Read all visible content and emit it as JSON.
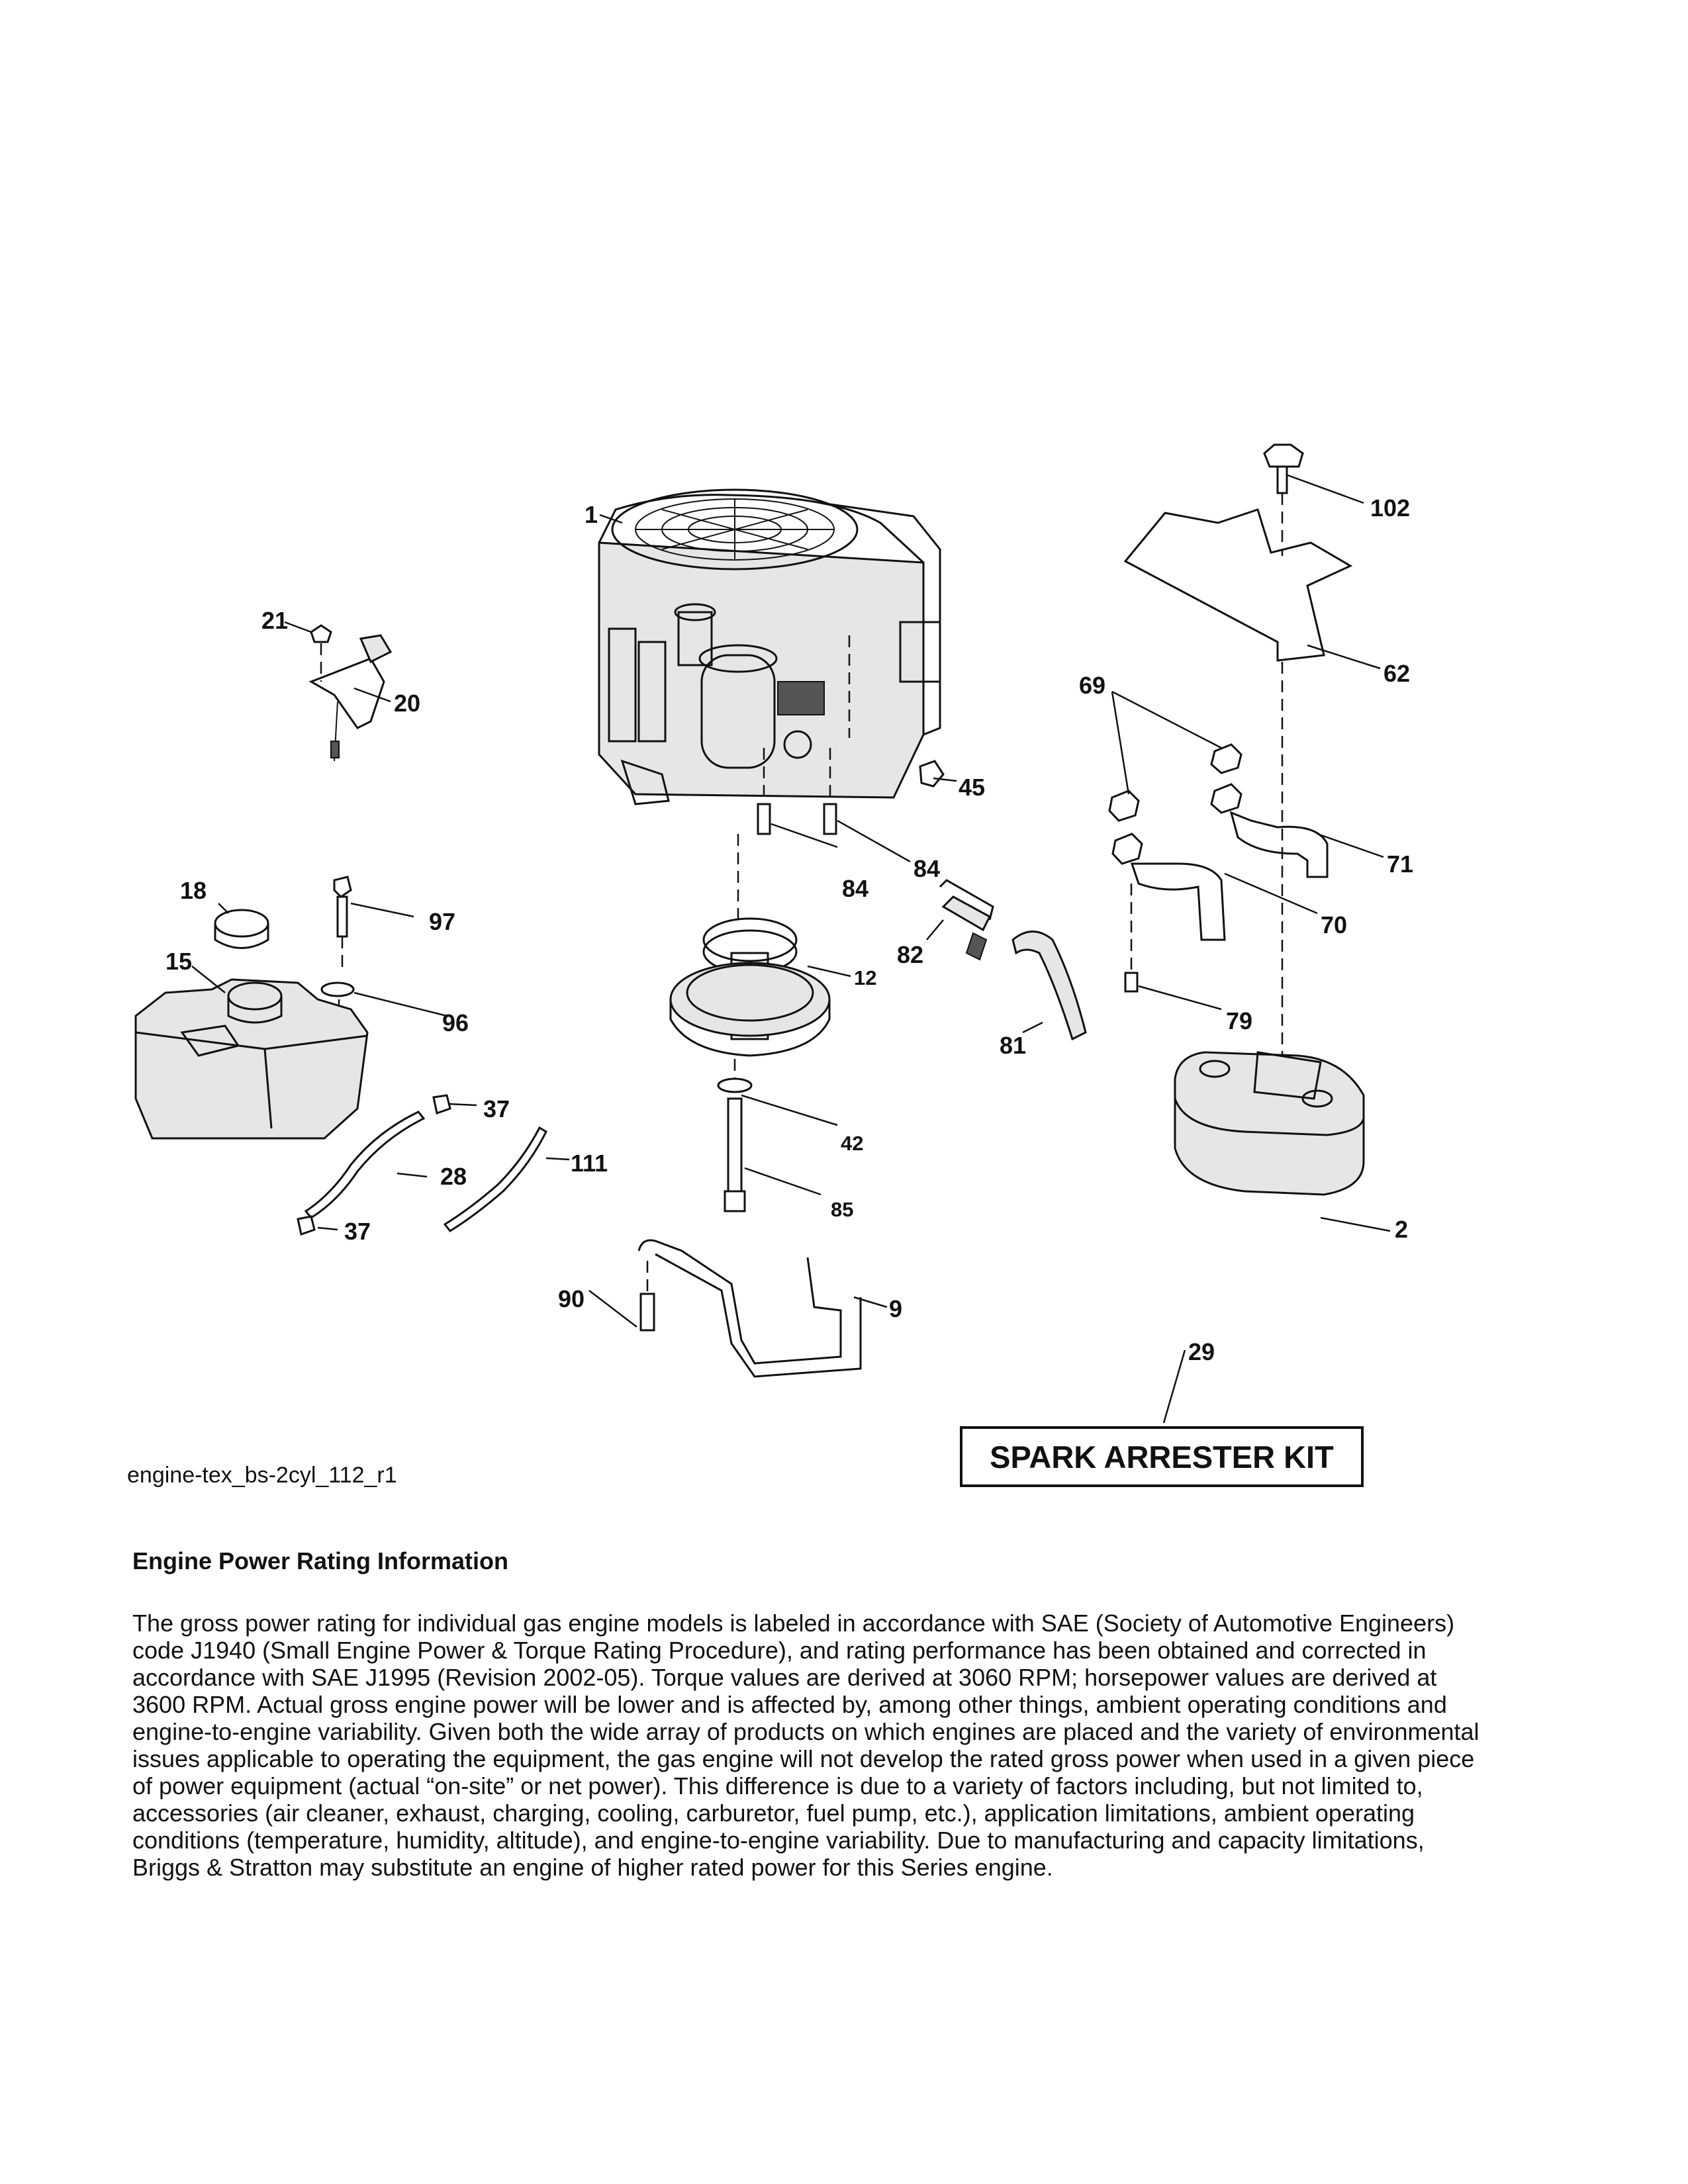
{
  "diagram": {
    "caption": "engine-tex_bs-2cyl_112_r1",
    "spark_arrester_kit": "SPARK ARRESTER KIT",
    "part_labels": {
      "p1": "1",
      "p2": "2",
      "p9": "9",
      "p12": "12",
      "p15": "15",
      "p18": "18",
      "p20": "20",
      "p21": "21",
      "p28": "28",
      "p29": "29",
      "p37a": "37",
      "p37b": "37",
      "p42": "42",
      "p45": "45",
      "p62": "62",
      "p69": "69",
      "p70": "70",
      "p71": "71",
      "p79": "79",
      "p81": "81",
      "p82": "82",
      "p84a": "84",
      "p84b": "84",
      "p85": "85",
      "p90": "90",
      "p96": "96",
      "p97": "97",
      "p102": "102",
      "p111": "111"
    }
  },
  "info": {
    "heading": "Engine Power Rating Information",
    "body": "The gross power rating for individual gas engine models is labeled in accordance with SAE (Society of Automotive Engineers) code J1940 (Small Engine Power & Torque Rating Procedure), and rating performance has been obtained and corrected in accordance with SAE J1995 (Revision 2002-05). Torque values are derived at 3060 RPM; horsepower values are derived at 3600 RPM. Actual gross engine power will be lower and is affected by, among other things, ambient operating conditions and engine-to-engine variability. Given both the wide array of products on which engines are placed and the variety of environmental issues applicable to operating the equipment, the gas engine will not develop the rated gross power when used in a given piece of power equipment (actual “on-site” or net power). This difference is due to a variety of factors including, but not limited to, accessories (air cleaner, exhaust, charging, cooling, carburetor, fuel pump, etc.), application limitations, ambient operating conditions (temperature, humidity, altitude), and engine-to-engine variability. Due to manufacturing and capacity limitations, Briggs & Stratton may substitute an engine of higher rated power for this Series engine."
  }
}
